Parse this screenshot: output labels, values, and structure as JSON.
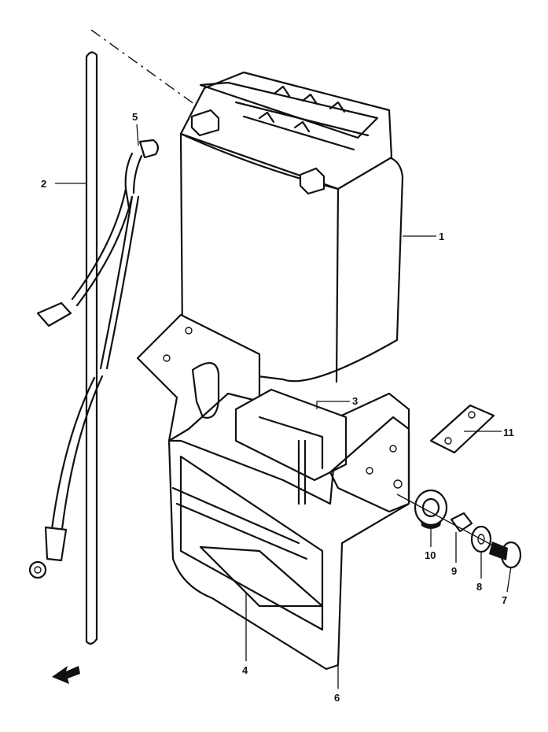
{
  "parts": [
    {
      "number": "1",
      "part": "battery"
    },
    {
      "number": "2",
      "part": "breather-tube"
    },
    {
      "number": "3",
      "part": "battery-plate"
    },
    {
      "number": "4",
      "part": "battery-tray-pad"
    },
    {
      "number": "5",
      "part": "ground-lead-wire"
    },
    {
      "number": "6",
      "part": "battery-holder"
    },
    {
      "number": "7",
      "part": "bolt"
    },
    {
      "number": "8",
      "part": "washer"
    },
    {
      "number": "9",
      "part": "spacer"
    },
    {
      "number": "10",
      "part": "cushion"
    },
    {
      "number": "11",
      "part": "bracket"
    }
  ],
  "front_arrow_icon": "arrow-icon"
}
